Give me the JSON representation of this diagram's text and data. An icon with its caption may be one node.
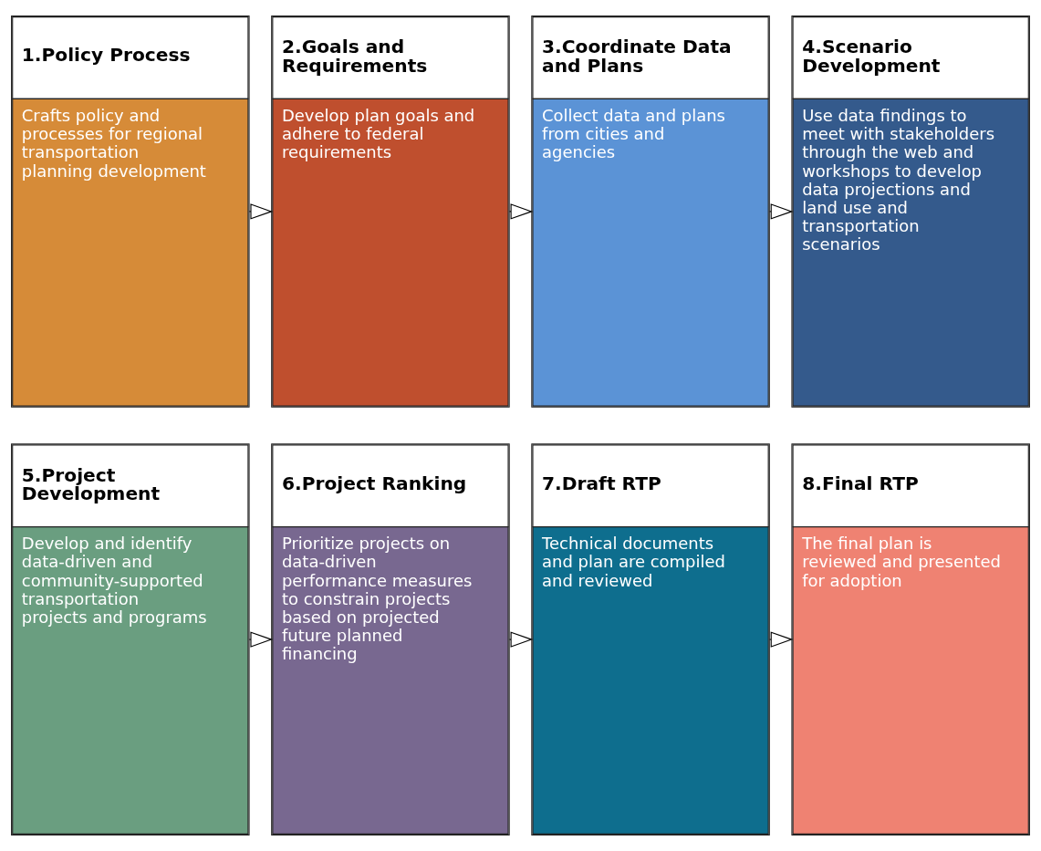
{
  "diagram": {
    "nodes": [
      {
        "text": [
          "1.Policy Process",
          "Crafts policy and processes for regional transportation planning development"
        ]
      },
      {
        "text": [
          "2.Goals and Requirements",
          "Develop plan goals and adhere to federal requirements"
        ]
      },
      {
        "text": [
          "3.Coordinate Data and Plans",
          "Collect data and plans from cities and agencies"
        ]
      },
      {
        "text": [
          "4.Scenario Development",
          "Use data findings to meet with stakeholders through the web and workshops to develop data projections and land use and transportation scenarios"
        ]
      },
      {
        "text": [
          "5.Project Development",
          "Develop and identify data-driven and community-supported transportation projects and programs"
        ]
      },
      {
        "text": [
          "6.Project Ranking",
          "Prioritize projects on data-driven performance measures to constrain projects based on projected future planned financing"
        ]
      },
      {
        "text": [
          "7.Draft RTP",
          "Technical documents and plan are compiled and reviewed"
        ]
      },
      {
        "text": [
          "8.Final RTP",
          "The final plan is reviewed and presented for adoption"
        ]
      }
    ],
    "edges": [
      {
        "from": 0,
        "to": 1,
        "arrow": "to"
      },
      {
        "from": 1,
        "to": 2,
        "arrow": "to"
      },
      {
        "from": 2,
        "to": 3,
        "arrow": "to"
      },
      {
        "from": 4,
        "to": 5,
        "arrow": "to"
      },
      {
        "from": 5,
        "to": 6,
        "arrow": "to"
      },
      {
        "from": 6,
        "to": 7,
        "arrow": "to"
      }
    ]
  }
}
